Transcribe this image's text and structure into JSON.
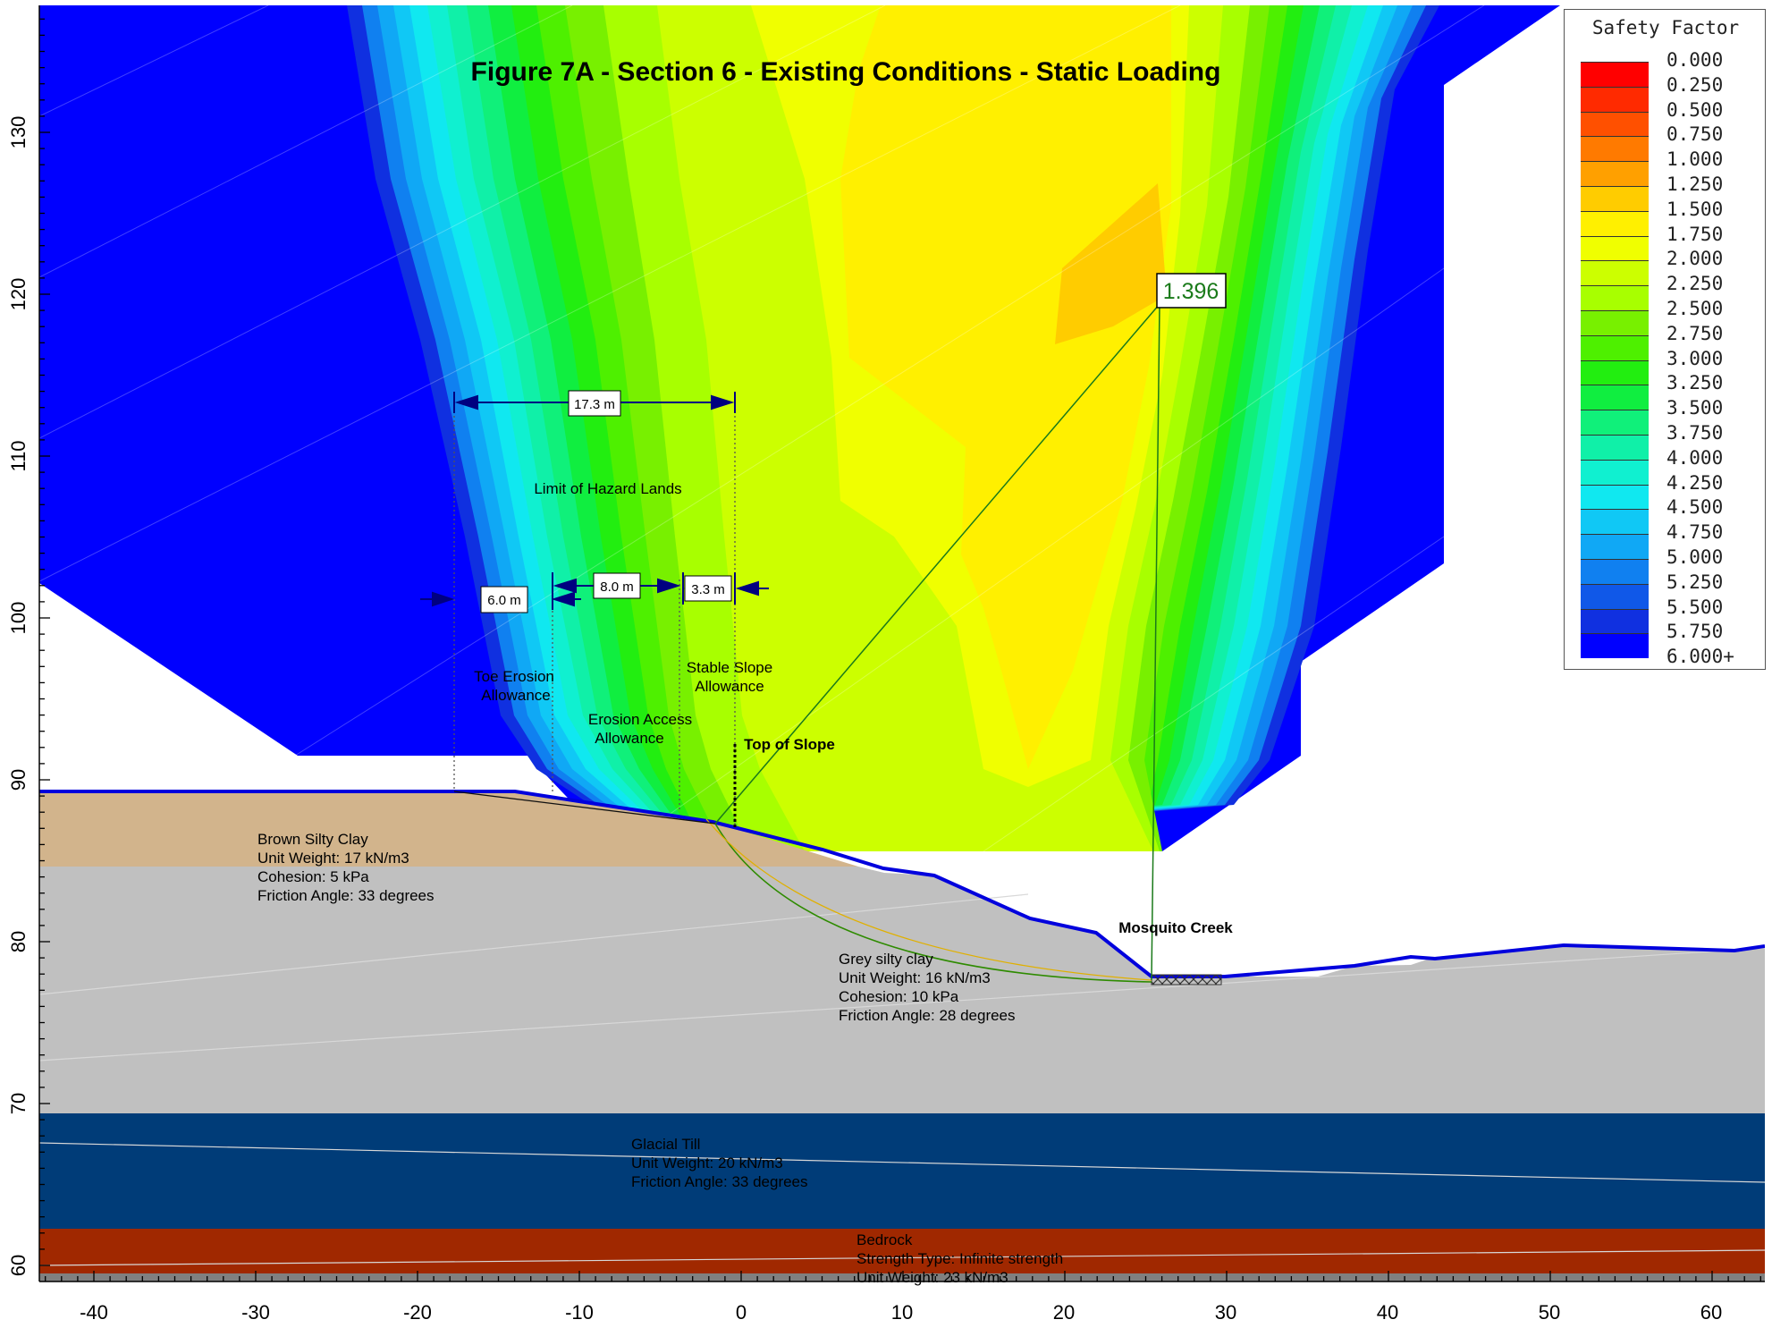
{
  "title": "Figure 7A - Section 6 - Existing Conditions - Static Loading",
  "legend": {
    "title": "Safety Factor",
    "entries": [
      {
        "label": "0.000",
        "color": "#ff0000"
      },
      {
        "label": "0.250",
        "color": "#ff2a00"
      },
      {
        "label": "0.500",
        "color": "#ff5000"
      },
      {
        "label": "0.750",
        "color": "#ff7a00"
      },
      {
        "label": "1.000",
        "color": "#ffa000"
      },
      {
        "label": "1.250",
        "color": "#ffcc00"
      },
      {
        "label": "1.500",
        "color": "#fff000"
      },
      {
        "label": "1.750",
        "color": "#f0ff00"
      },
      {
        "label": "2.000",
        "color": "#ccff00"
      },
      {
        "label": "2.250",
        "color": "#a8ff00"
      },
      {
        "label": "2.500",
        "color": "#78f000"
      },
      {
        "label": "2.750",
        "color": "#4ef000"
      },
      {
        "label": "3.000",
        "color": "#22ee10"
      },
      {
        "label": "3.250",
        "color": "#10ee40"
      },
      {
        "label": "3.500",
        "color": "#10f07a"
      },
      {
        "label": "3.750",
        "color": "#10f0a8"
      },
      {
        "label": "4.000",
        "color": "#10f0d0"
      },
      {
        "label": "4.250",
        "color": "#10e8f0"
      },
      {
        "label": "4.500",
        "color": "#10c8f5"
      },
      {
        "label": "4.750",
        "color": "#10a8f5"
      },
      {
        "label": "5.000",
        "color": "#1080f0"
      },
      {
        "label": "5.250",
        "color": "#1058e8"
      },
      {
        "label": "5.500",
        "color": "#1030e0"
      },
      {
        "label": "5.750",
        "color": "#0000ff"
      },
      {
        "label": "6.000+",
        "color": "#0000ff"
      }
    ]
  },
  "axes": {
    "x_ticks": [
      "-40",
      "-30",
      "-20",
      "-10",
      "0",
      "10",
      "20",
      "30",
      "40",
      "50",
      "60"
    ],
    "y_ticks": [
      "60",
      "70",
      "80",
      "90",
      "100",
      "110",
      "120",
      "130"
    ]
  },
  "critical_factor": "1.396",
  "dimensions": {
    "d17": "17.3 m",
    "d6": "6.0 m",
    "d8": "8.0 m",
    "d3": "3.3 m"
  },
  "zone_labels": {
    "hazard": "Limit of Hazard Lands",
    "toe_1": "Toe Erosion",
    "toe_2": "Allowance",
    "access_1": "Erosion Access",
    "access_2": "Allowance",
    "stable_1": "Stable Slope",
    "stable_2": "Allowance",
    "top": "Top of Slope",
    "creek": "Mosquito Creek"
  },
  "materials": {
    "brown": {
      "name": "Brown Silty Clay",
      "line1": "Unit Weight: 17 kN/m3",
      "line2": "Cohesion: 5 kPa",
      "line3": "Friction Angle: 33 degrees",
      "color": "#d2b48c"
    },
    "grey": {
      "name": "Grey silty clay",
      "line1": "Unit Weight: 16 kN/m3",
      "line2": "Cohesion: 10 kPa",
      "line3": "Friction Angle: 28 degrees",
      "color": "#c0c0c0"
    },
    "till": {
      "name": "Glacial Till",
      "line1": "Unit Weight: 20 kN/m3",
      "line2": "Friction Angle: 33 degrees",
      "color": "#003c78"
    },
    "bedrock": {
      "name": "Bedrock",
      "line1": "Strength Type: Infinite strength",
      "line2": "Unit Weight: 23 kN/m3",
      "color": "#a02800"
    }
  }
}
